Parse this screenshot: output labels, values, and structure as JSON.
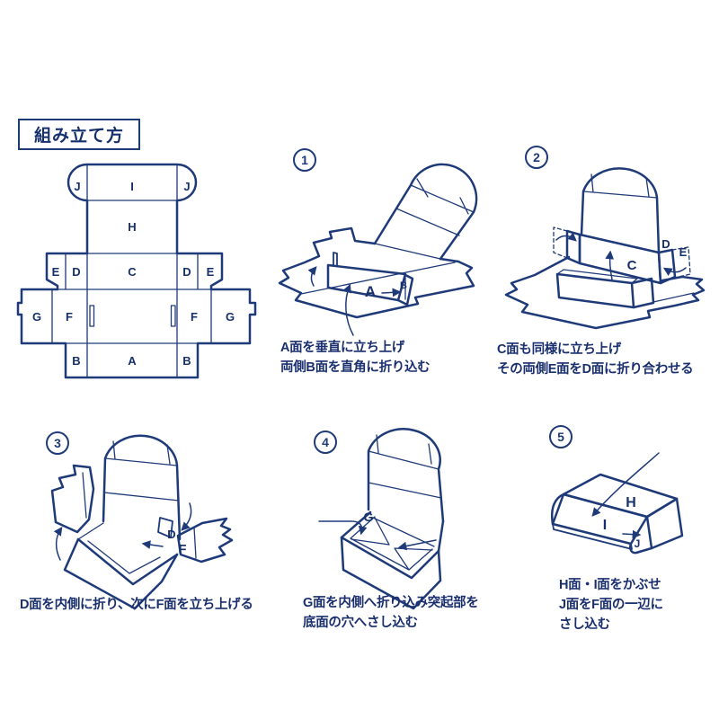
{
  "colors": {
    "line": "#1e3a78",
    "text": "#1a2f6e",
    "background": "#ffffff"
  },
  "title": "組み立て方",
  "flat_pattern": {
    "labels": [
      "J",
      "I",
      "J",
      "H",
      "E",
      "D",
      "C",
      "D",
      "E",
      "G",
      "F",
      "F",
      "G",
      "B",
      "A",
      "B"
    ]
  },
  "steps": [
    {
      "number": "1",
      "diagram_labels": {
        "a": "A",
        "b": "B"
      },
      "caption_lines": [
        "A面を垂直に立ち上げ",
        "両側B面を直角に折り込む"
      ]
    },
    {
      "number": "2",
      "diagram_labels": {
        "c": "C",
        "d": "D",
        "e": "E"
      },
      "caption_lines": [
        "C面も同様に立ち上げ",
        "その両側E面をD面に折り合わせる"
      ]
    },
    {
      "number": "3",
      "diagram_labels": {
        "d": "D",
        "f": "F"
      },
      "caption_lines": [
        "D面を内側に折り、次にF面を立ち上げる"
      ]
    },
    {
      "number": "4",
      "diagram_labels": {
        "g": "G"
      },
      "caption_lines": [
        "G面を内側へ折り込み突起部を",
        "底面の穴へさし込む"
      ]
    },
    {
      "number": "5",
      "diagram_labels": {
        "h": "H",
        "i": "I",
        "j": "J"
      },
      "caption_lines": [
        "H面・I面をかぶせ",
        "J面をF面の一辺に",
        "さし込む"
      ]
    }
  ]
}
